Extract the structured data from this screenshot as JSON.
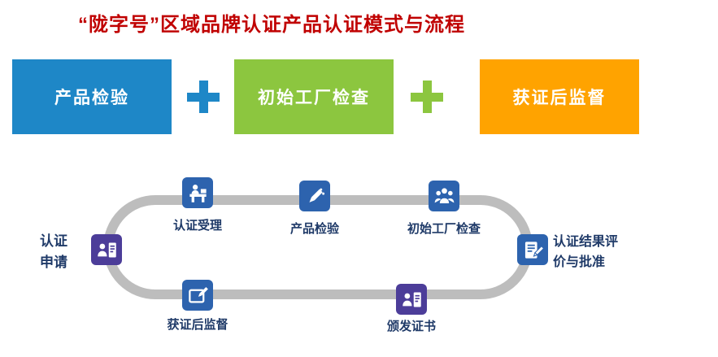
{
  "title": "“陇字号”区域品牌认证产品认证模式与流程",
  "colors": {
    "title_red": "#c00000",
    "box_blue": "#1e87c7",
    "box_green": "#8cc63f",
    "box_orange": "#ffa300",
    "track_gray": "#bdbdbd",
    "icon_blue": "#2d63ae",
    "icon_purple": "#4c3d99",
    "label_navy": "#1f3a68"
  },
  "mode_boxes": [
    {
      "label": "产品检验"
    },
    {
      "label": "初始工厂检查"
    },
    {
      "label": "获证后监督"
    }
  ],
  "flow_steps": [
    {
      "label": "认证申请"
    },
    {
      "label": "认证受理"
    },
    {
      "label": "产品检验"
    },
    {
      "label": "初始工厂检查"
    },
    {
      "label": "认证结果评价与批准"
    },
    {
      "label": "颁发证书"
    },
    {
      "label": "获证后监督"
    }
  ]
}
